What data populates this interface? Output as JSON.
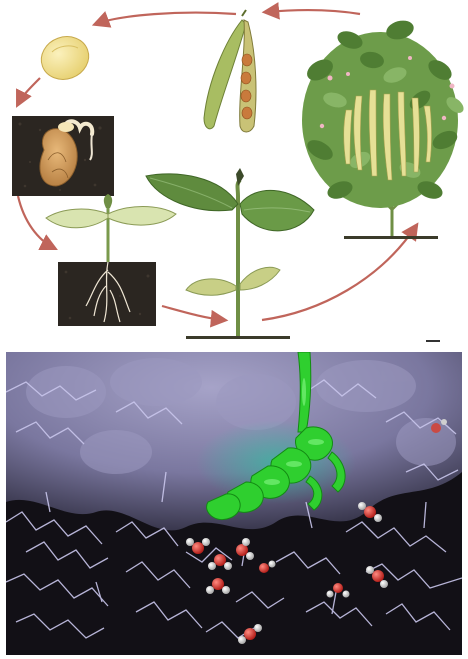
{
  "figure": {
    "panels": [
      {
        "id": "bean-life-cycle",
        "stages": [
          "seed",
          "germinating-seed",
          "seedling",
          "young-plant",
          "mature-plant",
          "seed-pod"
        ],
        "colors": {
          "arrow": "#c0655b",
          "leaf": "#7aa35c",
          "leaf_dark": "#4f7a3a",
          "soil": "#2b2621",
          "seed": "#f2df8e",
          "pod": "#b6c873"
        }
      },
      {
        "id": "protein-surface-render",
        "colors": {
          "surface": "#8a86ad",
          "wireframe": "#c9c6ec",
          "helix": "#2fcf2f",
          "background": "#121016",
          "oxygen": "#d8302a",
          "hydrogen": "#f2f2f2"
        }
      }
    ]
  }
}
